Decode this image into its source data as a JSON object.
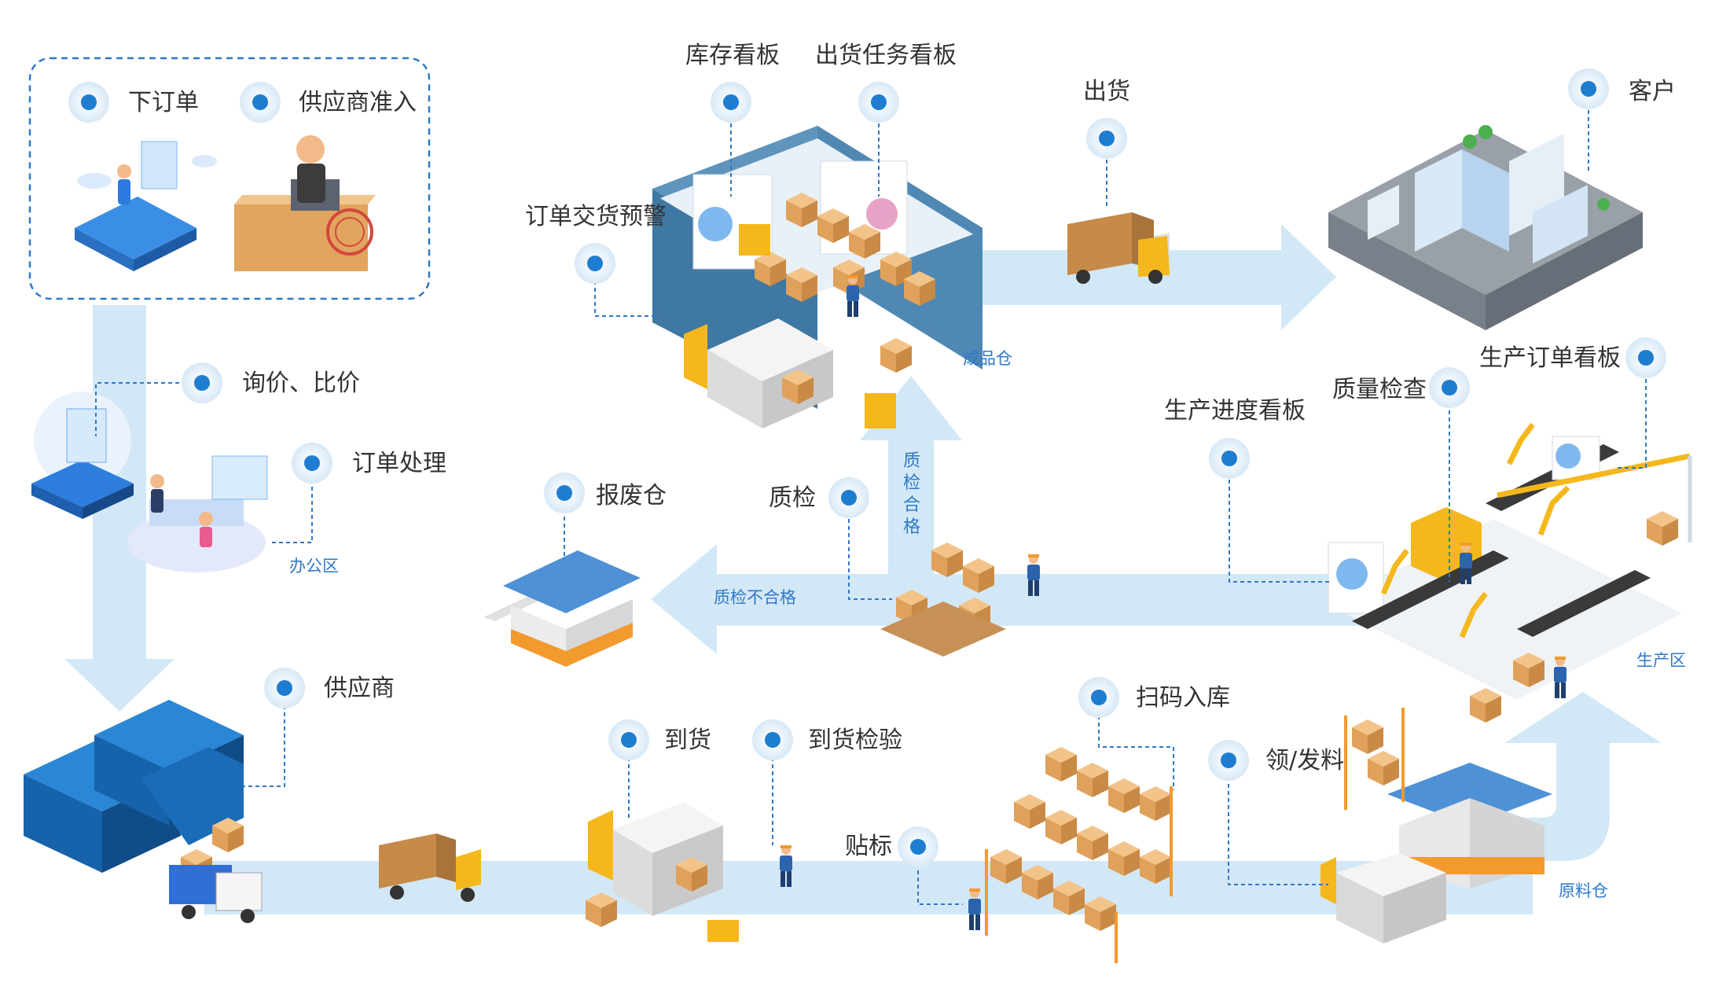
{
  "nodes": {
    "place_order": "下订单",
    "supplier_admission": "供应商准入",
    "inquiry": "询价、比价",
    "order_processing": "订单处理",
    "supplier": "供应商",
    "arrival": "到货",
    "arrival_inspection": "到货检验",
    "labeling": "贴标",
    "scan_inbound": "扫码入库",
    "material_issue": "领/发料",
    "inventory_board": "库存看板",
    "shipping_board": "出货任务看板",
    "delivery_warning": "订单交货预警",
    "shipping": "出货",
    "customer": "客户",
    "production_order_board": "生产订单看板",
    "quality_check": "质量检查",
    "production_progress_board": "生产进度看板",
    "scrap_warehouse": "报废仓",
    "qc": "质检"
  },
  "zones": {
    "office": "办公区",
    "finished_goods": "成品仓",
    "production": "生产区",
    "raw_material": "原料仓"
  },
  "flows": {
    "qc_pass": "质检合格",
    "qc_fail": "质检不合格"
  },
  "colors": {
    "flow": "#d3e8f6",
    "marker": "#1f7dd1",
    "marker_halo": "#e3f0fa",
    "leader": "#2e78c7",
    "box": "#e3a760",
    "orange": "#f29a2e",
    "truck_cab": "#f5b81c"
  }
}
